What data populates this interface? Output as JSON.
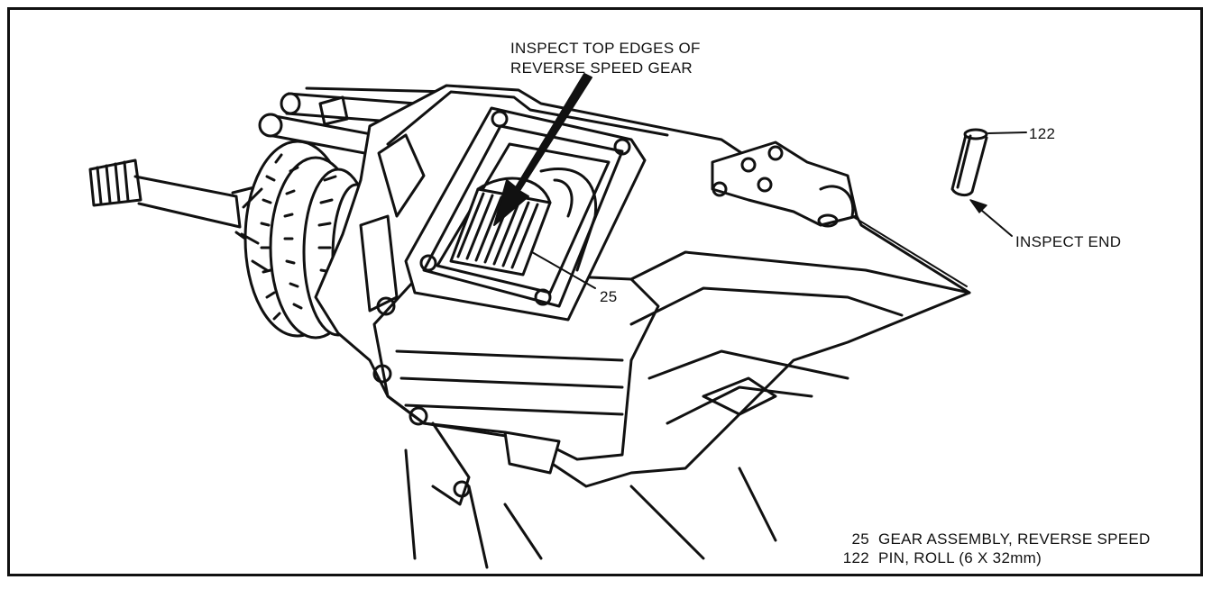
{
  "callouts": {
    "top_line1": "INSPECT TOP EDGES OF",
    "top_line2": "REVERSE SPEED GEAR",
    "part_25": "25",
    "part_122": "122",
    "inspect_end": "INSPECT END"
  },
  "legend": [
    {
      "num": "25",
      "desc": "GEAR ASSEMBLY, REVERSE SPEED"
    },
    {
      "num": "122",
      "desc": "PIN, ROLL (6 X 32mm)"
    }
  ]
}
